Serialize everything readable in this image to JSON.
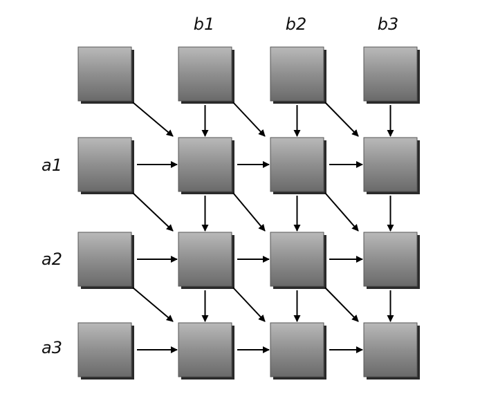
{
  "column_labels": [
    "b1",
    "b2",
    "b3"
  ],
  "row_labels": [
    "a1",
    "a2",
    "a3"
  ],
  "grid": {
    "rows": 4,
    "cols": 4
  },
  "colors": {
    "box_light": "#b9b9b9",
    "box_mid": "#8f8f8f",
    "box_dark": "#6a6a6a",
    "box_border": "#555555",
    "shadow": "#2a2a2a",
    "arrow": "#000000"
  }
}
